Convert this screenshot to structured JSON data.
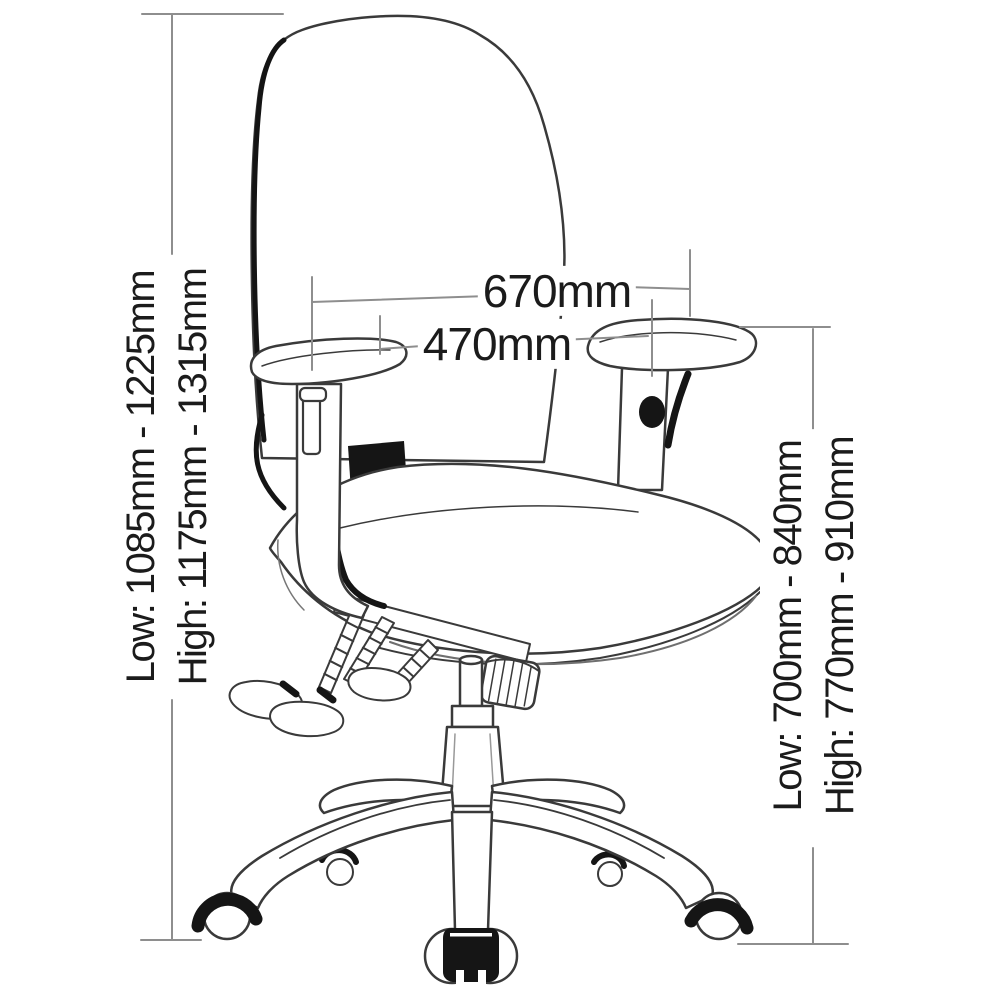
{
  "page_background": "#ffffff",
  "colors": {
    "outline": "#3a3a3a",
    "soft_line": "#777777",
    "black_fill": "#151515",
    "dimension_line": "#8e8e8e",
    "text": "#1b1b1b"
  },
  "dimensions": {
    "overall_width": {
      "label": "670mm",
      "value_mm": 670
    },
    "armrest_inner_width": {
      "label": "470mm",
      "value_mm": 470
    },
    "overall_height": {
      "low": "Low: 1085mm - 1225mm",
      "high": "High: 1175mm - 1315mm"
    },
    "armrest_height": {
      "low": "Low: 700mm - 840mm",
      "high": "High: 770mm - 910mm"
    }
  }
}
